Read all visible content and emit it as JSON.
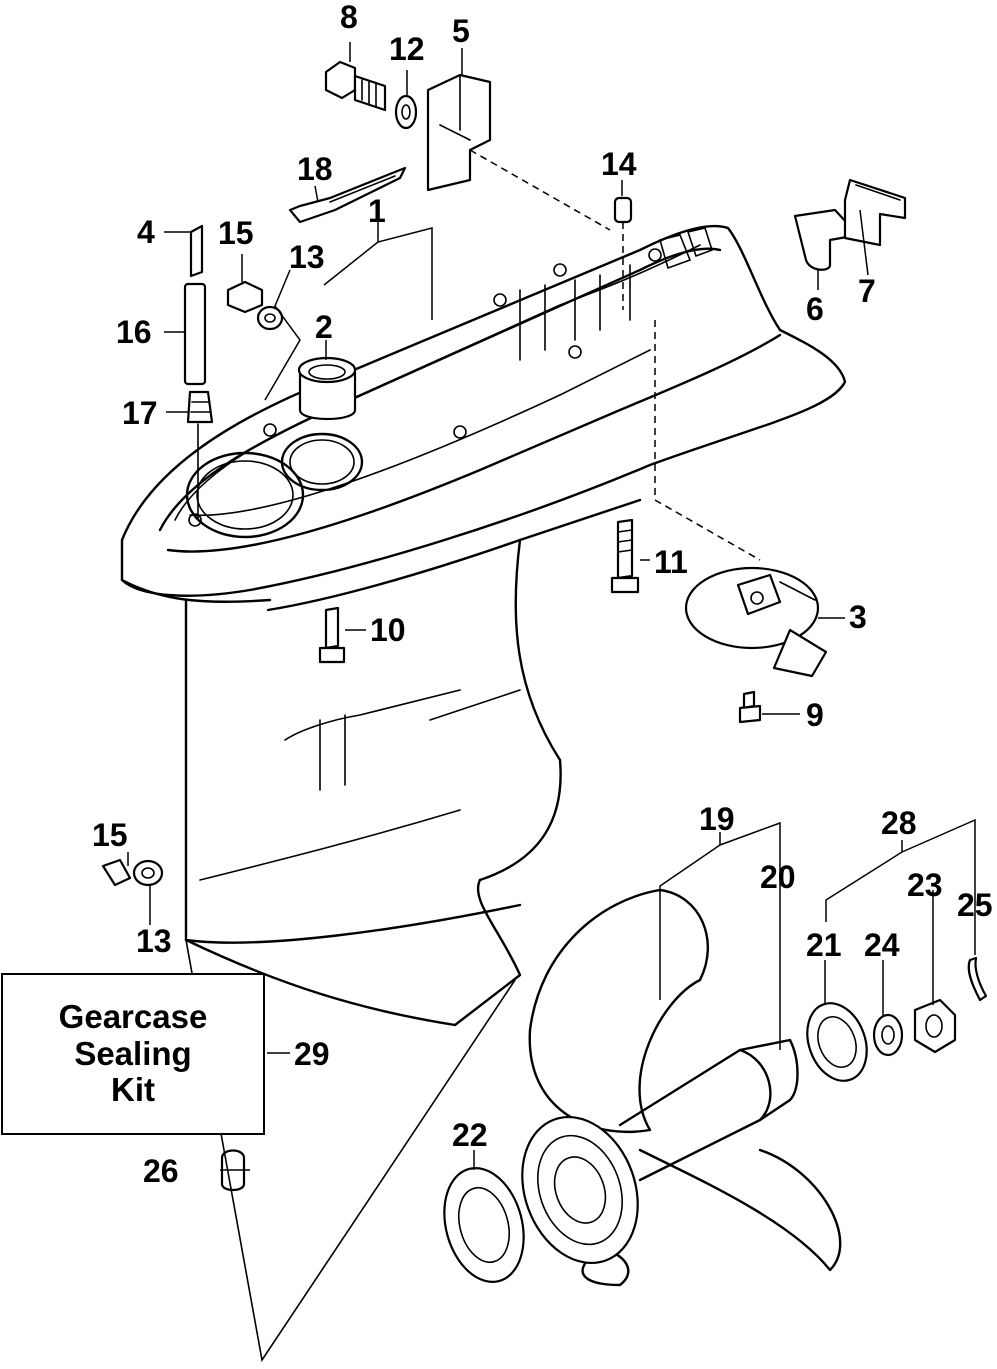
{
  "kit_box": {
    "line1": "Gearcase",
    "line2": "Sealing",
    "line3": "Kit"
  },
  "callouts": {
    "c1": "1",
    "c2": "2",
    "c3": "3",
    "c4": "4",
    "c5": "5",
    "c6": "6",
    "c7": "7",
    "c8": "8",
    "c9": "9",
    "c10": "10",
    "c11": "11",
    "c12": "12",
    "c13a": "13",
    "c13b": "13",
    "c14": "14",
    "c15a": "15",
    "c15b": "15",
    "c16": "16",
    "c17": "17",
    "c18": "18",
    "c19": "19",
    "c20": "20",
    "c21": "21",
    "c22": "22",
    "c23": "23",
    "c24": "24",
    "c25": "25",
    "c26": "26",
    "c28": "28",
    "c29": "29"
  }
}
